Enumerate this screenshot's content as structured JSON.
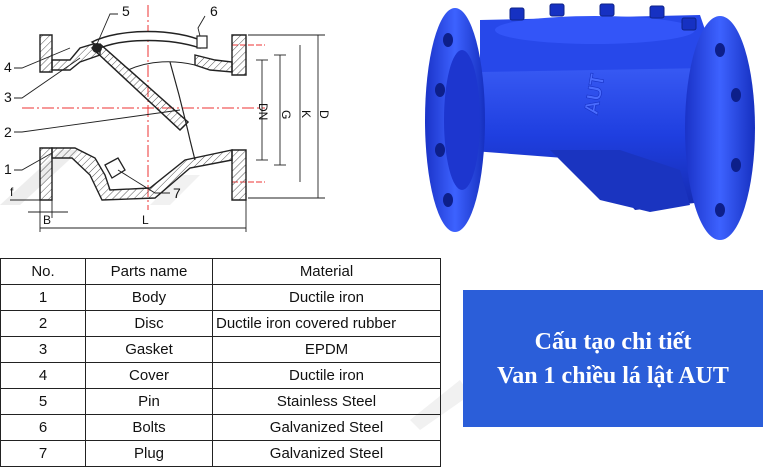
{
  "diagram": {
    "callouts": [
      "5",
      "6",
      "4",
      "3",
      "2",
      "1",
      "7"
    ],
    "dims": [
      "DN",
      "G",
      "K",
      "D",
      "f",
      "B",
      "L"
    ]
  },
  "photo": {
    "embossed_text": "AUT",
    "valve_color": "#1f3fe0"
  },
  "table": {
    "headers": [
      "No.",
      "Parts name",
      "Material"
    ],
    "rows": [
      [
        "1",
        "Body",
        "Ductile iron"
      ],
      [
        "2",
        "Disc",
        "Ductile iron covered rubber"
      ],
      [
        "3",
        "Gasket",
        "EPDM"
      ],
      [
        "4",
        "Cover",
        "Ductile iron"
      ],
      [
        "5",
        "Pin",
        "Stainless Steel"
      ],
      [
        "6",
        "Bolts",
        "Galvanized Steel"
      ],
      [
        "7",
        "Plug",
        "Galvanized Steel"
      ]
    ]
  },
  "title_box": {
    "line1": "Cấu tạo chi tiết",
    "line2": "Van 1 chiều lá lật AUT",
    "background": "#2b5ed9"
  }
}
